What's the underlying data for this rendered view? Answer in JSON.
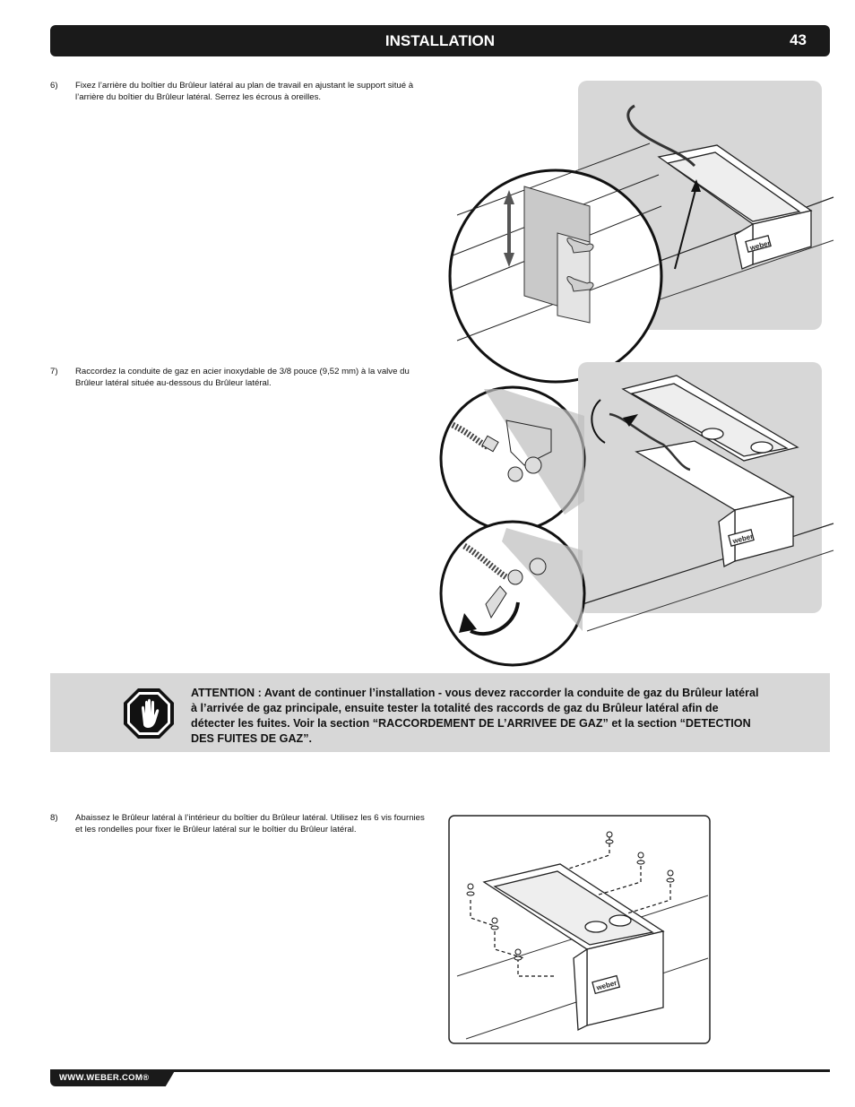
{
  "header": {
    "title": "INSTALLATION",
    "page_number": "43"
  },
  "steps": [
    {
      "number": "6)",
      "text": "Fixez l’arrière du boîtier du Brûleur latéral au plan de travail en ajustant le support situé à l’arrière du boîtier du Brûleur latéral. Serrez les écrous à oreilles."
    },
    {
      "number": "7)",
      "text": "Raccordez la conduite de gaz en acier inoxydable de 3/8 pouce (9,52 mm) à la valve du Brûleur latéral située au-dessous du Brûleur latéral."
    },
    {
      "number": "8)",
      "text": "Abaissez le Brûleur latéral à l’intérieur du boîtier du Brûleur latéral. Utilisez les 6 vis fournies et les rondelles pour fixer le Brûleur latéral sur le boîtier du Brûleur latéral."
    }
  ],
  "attention": {
    "text": "ATTENTION : Avant de continuer l’installation - vous devez raccorder la conduite de gaz du Brûleur latéral à l’arrivée de gaz principale, ensuite tester la totalité des raccords de gaz du Brûleur latéral afin de détecter les fuites. Voir la section “RACCORDEMENT DE L’ARRIVEE DE GAZ” et la section “DETECTION DES FUITES DE GAZ”.",
    "icon": "stop-hand-icon"
  },
  "figures": {
    "brand_logo_text": "weber"
  },
  "footer": {
    "url": "WWW.WEBER.COM®"
  },
  "colors": {
    "header_bg": "#1a1a1a",
    "panel_bg": "#d7d7d7"
  }
}
